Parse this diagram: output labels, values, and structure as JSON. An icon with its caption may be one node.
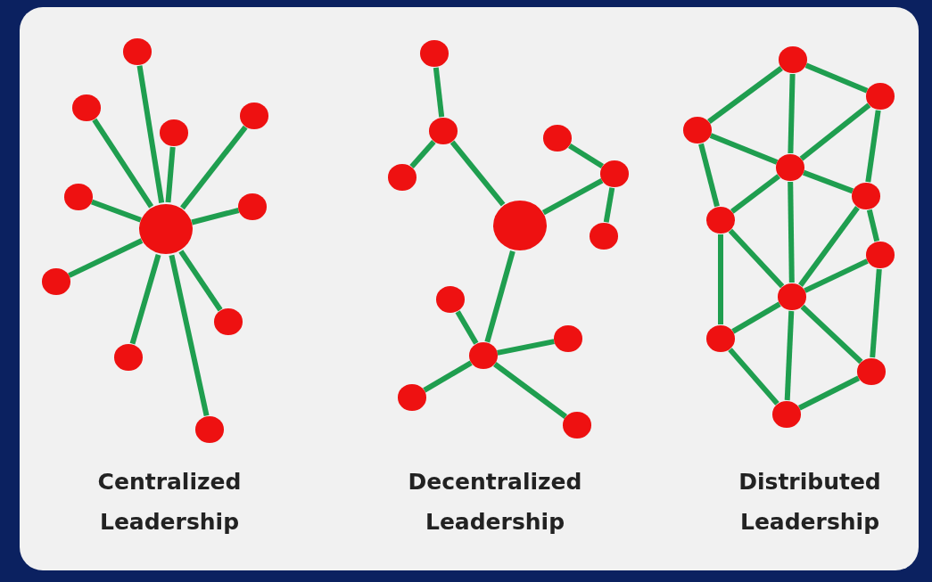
{
  "diagram": {
    "nodes": [
      {
        "text": [],
        "shape": "circle"
      },
      {
        "text": [],
        "shape": "circle"
      },
      {
        "text": [],
        "shape": "circle"
      },
      {
        "text": [],
        "shape": "circle"
      },
      {
        "text": [],
        "shape": "circle"
      },
      {
        "text": [],
        "shape": "circle"
      },
      {
        "text": [],
        "shape": "circle"
      },
      {
        "text": [],
        "shape": "circle"
      },
      {
        "text": [],
        "shape": "circle"
      },
      {
        "text": [],
        "shape": "circle"
      },
      {
        "text": [],
        "shape": "circle"
      },
      {
        "text": [],
        "shape": "circle"
      },
      {
        "text": [],
        "shape": "circle"
      },
      {
        "text": [],
        "shape": "circle"
      },
      {
        "text": [],
        "shape": "circle"
      },
      {
        "text": [],
        "shape": "circle"
      },
      {
        "text": [],
        "shape": "circle"
      },
      {
        "text": [],
        "shape": "circle"
      },
      {
        "text": [],
        "shape": "circle"
      },
      {
        "text": [],
        "shape": "circle"
      },
      {
        "text": [],
        "shape": "circle"
      },
      {
        "text": [],
        "shape": "circle"
      },
      {
        "text": [],
        "shape": "circle"
      },
      {
        "text": [],
        "shape": "circle"
      },
      {
        "text": [],
        "shape": "circle"
      },
      {
        "text": [],
        "shape": "circle"
      },
      {
        "text": [],
        "shape": "circle"
      },
      {
        "text": [],
        "shape": "circle"
      },
      {
        "text": [],
        "shape": "circle"
      },
      {
        "text": [],
        "shape": "circle"
      },
      {
        "text": [],
        "shape": "circle"
      },
      {
        "text": [],
        "shape": "circle"
      },
      {
        "text": [],
        "shape": "circle"
      },
      {
        "text": [],
        "shape": "circle"
      }
    ],
    "edges": [
      {
        "from": 0,
        "to": 1,
        "arrow": "none"
      },
      {
        "from": 0,
        "to": 2,
        "arrow": "none"
      },
      {
        "from": 0,
        "to": 3,
        "arrow": "none"
      },
      {
        "from": 0,
        "to": 4,
        "arrow": "none"
      },
      {
        "from": 0,
        "to": 5,
        "arrow": "none"
      },
      {
        "from": 0,
        "to": 6,
        "arrow": "none"
      },
      {
        "from": 0,
        "to": 7,
        "arrow": "none"
      },
      {
        "from": 0,
        "to": 8,
        "arrow": "none"
      },
      {
        "from": 0,
        "to": 9,
        "arrow": "none"
      },
      {
        "from": 0,
        "to": 10,
        "arrow": "none"
      },
      {
        "from": 12,
        "to": 13,
        "arrow": "none"
      },
      {
        "from": 13,
        "to": 16,
        "arrow": "none"
      },
      {
        "from": 13,
        "to": 11,
        "arrow": "none"
      },
      {
        "from": 14,
        "to": 15,
        "arrow": "none"
      },
      {
        "from": 11,
        "to": 15,
        "arrow": "none"
      },
      {
        "from": 15,
        "to": 17,
        "arrow": "none"
      },
      {
        "from": 11,
        "to": 20,
        "arrow": "none"
      },
      {
        "from": 18,
        "to": 20,
        "arrow": "none"
      },
      {
        "from": 20,
        "to": 19,
        "arrow": "none"
      },
      {
        "from": 20,
        "to": 21,
        "arrow": "none"
      },
      {
        "from": 20,
        "to": 22,
        "arrow": "none"
      },
      {
        "from": 23,
        "to": 25,
        "arrow": "none"
      },
      {
        "from": 23,
        "to": 26,
        "arrow": "none"
      },
      {
        "from": 23,
        "to": 24,
        "arrow": "none"
      },
      {
        "from": 24,
        "to": 26,
        "arrow": "none"
      },
      {
        "from": 24,
        "to": 27,
        "arrow": "none"
      },
      {
        "from": 25,
        "to": 26,
        "arrow": "none"
      },
      {
        "from": 25,
        "to": 28,
        "arrow": "none"
      },
      {
        "from": 26,
        "to": 27,
        "arrow": "none"
      },
      {
        "from": 26,
        "to": 28,
        "arrow": "none"
      },
      {
        "from": 26,
        "to": 30,
        "arrow": "none"
      },
      {
        "from": 27,
        "to": 30,
        "arrow": "none"
      },
      {
        "from": 27,
        "to": 29,
        "arrow": "none"
      },
      {
        "from": 28,
        "to": 30,
        "arrow": "none"
      },
      {
        "from": 28,
        "to": 31,
        "arrow": "none"
      },
      {
        "from": 29,
        "to": 30,
        "arrow": "none"
      },
      {
        "from": 29,
        "to": 32,
        "arrow": "none"
      },
      {
        "from": 30,
        "to": 31,
        "arrow": "none"
      },
      {
        "from": 30,
        "to": 33,
        "arrow": "none"
      },
      {
        "from": 30,
        "to": 32,
        "arrow": "none"
      },
      {
        "from": 31,
        "to": 33,
        "arrow": "none"
      },
      {
        "from": 33,
        "to": 32,
        "arrow": "none"
      }
    ],
    "labels": [
      "Centralized Leadership",
      "Decentralized Leadership",
      "Distributed Leadership"
    ]
  }
}
